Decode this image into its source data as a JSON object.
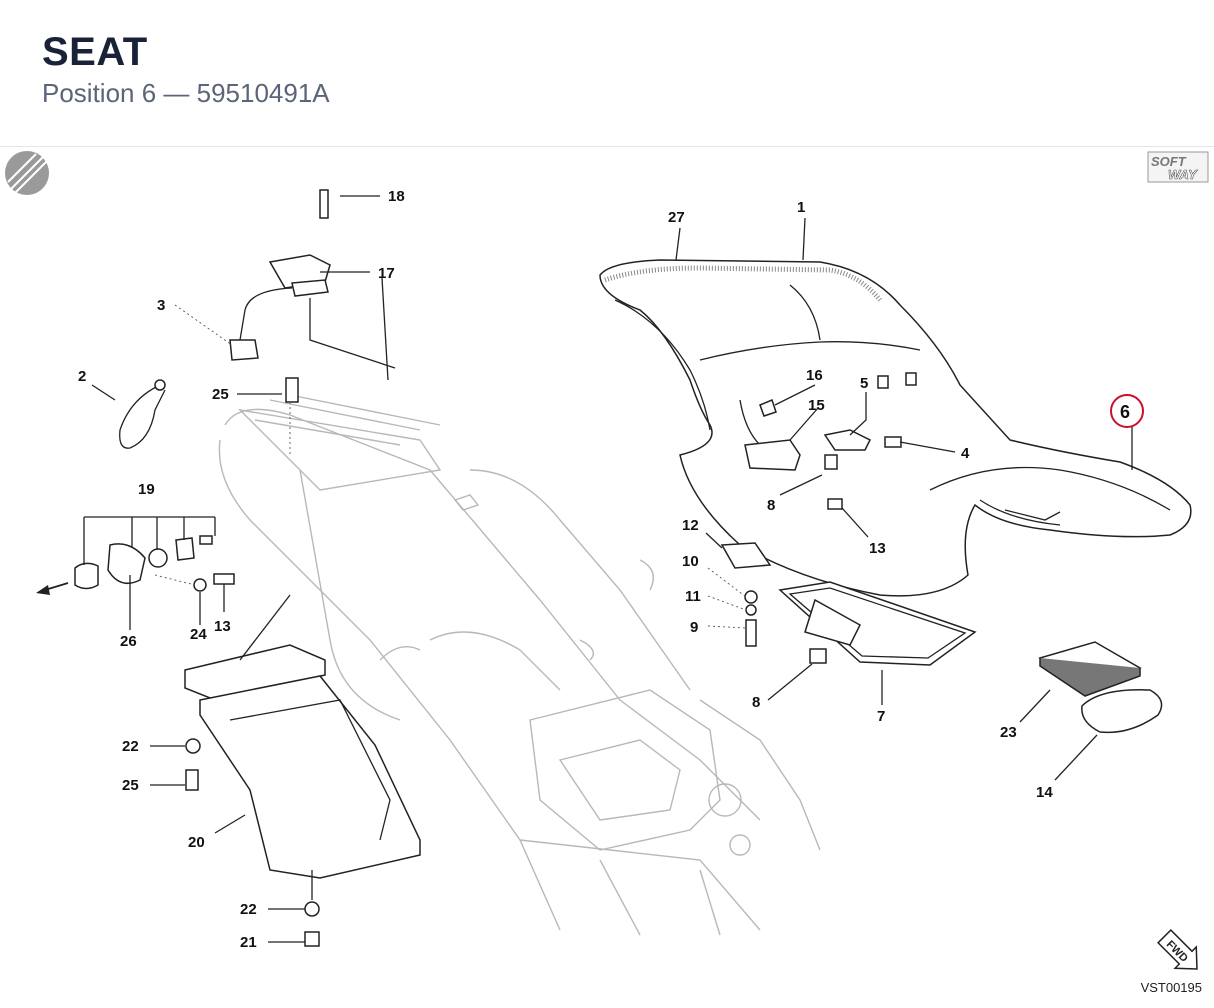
{
  "header": {
    "title": "SEAT",
    "subtitle": "Position 6 — 59510491A"
  },
  "logo": {
    "line1": "SOFT",
    "line2": "WAY"
  },
  "fwd_label": "FWD",
  "reference_code": "VST00195",
  "highlight": {
    "label": "6",
    "color": "#c8102e"
  },
  "callouts": {
    "c1": "1",
    "c2": "2",
    "c3": "3",
    "c4": "4",
    "c5": "5",
    "c7": "7",
    "c8a": "8",
    "c8b": "8",
    "c9": "9",
    "c10": "10",
    "c11": "11",
    "c12": "12",
    "c13a": "13",
    "c13b": "13",
    "c14": "14",
    "c15": "15",
    "c16": "16",
    "c17": "17",
    "c18": "18",
    "c19": "19",
    "c20": "20",
    "c21": "21",
    "c22a": "22",
    "c22b": "22",
    "c23": "23",
    "c24": "24",
    "c25a": "25",
    "c25b": "25",
    "c26": "26",
    "c27": "27"
  }
}
